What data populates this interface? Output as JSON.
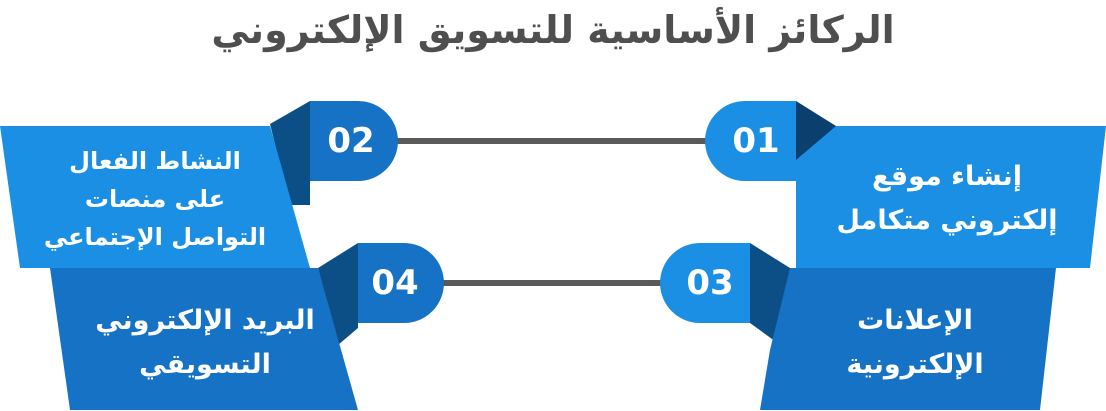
{
  "title": "الركائز الأساسية للتسويق الإلكتروني",
  "items": [
    {
      "number": "01",
      "lines": [
        "إنشاء موقع",
        "إلكتروني متكامل"
      ]
    },
    {
      "number": "02",
      "lines": [
        "النشاط الفعال",
        "على منصات",
        "التواصل الإجتماعي"
      ]
    },
    {
      "number": "03",
      "lines": [
        "الإعلانات",
        "الإلكترونية"
      ]
    },
    {
      "number": "04",
      "lines": [
        "البريد الإلكتروني",
        "التسويقي"
      ]
    }
  ],
  "colors": {
    "title": "#4f4f4f",
    "connector": "#5a5a5a",
    "light_blue": "#1a8fe3",
    "mid_blue": "#1572c4",
    "dark_fold": "#0c4f86",
    "darker_fold": "#0a3f6e"
  }
}
